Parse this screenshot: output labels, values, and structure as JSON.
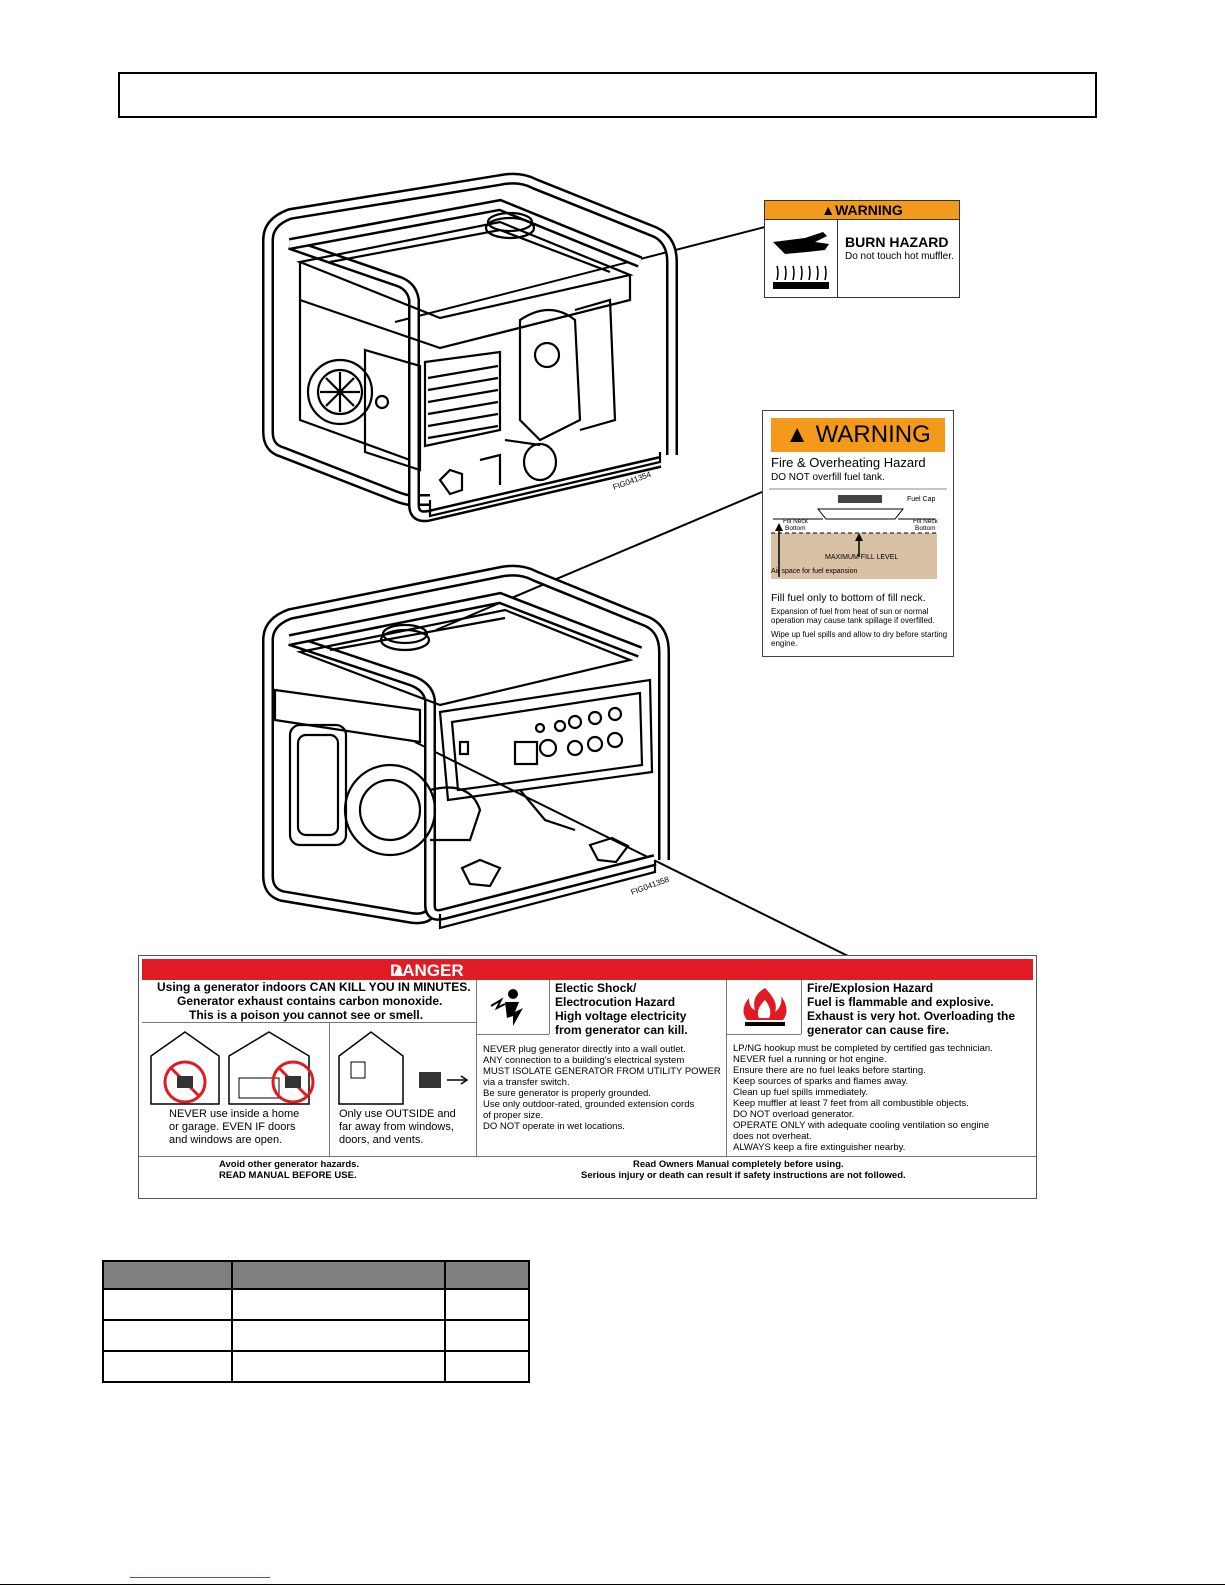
{
  "header": {
    "title": ""
  },
  "figures": {
    "top_code": "FIG041354",
    "bottom_code": "FIG041358"
  },
  "burn_label": {
    "banner": "WARNING",
    "title": "BURN HAZARD",
    "text": "Do not touch hot muffler."
  },
  "fuel_label": {
    "banner": "WARNING",
    "title": "Fire & Overheating Hazard",
    "subtitle": "DO NOT overfill fuel tank.",
    "diagram": {
      "fuel_cap": "Fuel Cap",
      "fill_neck_left_1": "Fill Neck",
      "fill_neck_left_2": "Bottom",
      "fill_neck_right_1": "Fill Neck",
      "fill_neck_right_2": "Bottom",
      "max_fill": "MAXIMUM FILL LEVEL",
      "air_space": "Air space for fuel expansion"
    },
    "fill_text": "Fill fuel only to bottom of fill neck.",
    "note1": "Expansion of fuel from heat of sun or normal operation may cause tank spillage if overfilled.",
    "note2": "Wipe up fuel spills and allow to dry before starting engine."
  },
  "danger_label": {
    "banner": "DANGER",
    "co": {
      "line1": "Using a generator indoors CAN KILL YOU IN MINUTES.",
      "line2": "Generator exhaust contains carbon monoxide.",
      "line3": "This is a poison you cannot see or smell.",
      "never_1": "NEVER use inside a home",
      "never_2": "or garage.  EVEN IF doors",
      "never_3": "and windows are open.",
      "only_1": "Only use OUTSIDE and",
      "only_2": "far away from windows,",
      "only_3": "doors, and vents."
    },
    "shock": {
      "title_1": "Electic Shock/",
      "title_2": "Electrocution Hazard",
      "title_3": "High voltage electricity",
      "title_4": "from generator can kill.",
      "lines": [
        "NEVER plug generator directly into a wall outlet.",
        "ANY connection to a building's electrical system",
        "MUST ISOLATE GENERATOR FROM UTILITY POWER",
        "via a transfer switch.",
        "Be sure generator is properly grounded.",
        "Use only outdoor-rated, grounded extension cords",
        "of proper size.",
        "DO NOT operate in wet locations."
      ]
    },
    "fire": {
      "title_1": "Fire/Explosion Hazard",
      "title_2": "Fuel is flammable and explosive.",
      "title_3": "Exhaust is very hot.  Overloading the",
      "title_4": "generator can cause fire.",
      "lines": [
        "LP/NG hookup must be completed by certified gas technician.",
        "NEVER fuel a running or hot engine.",
        "Ensure there are no fuel leaks before starting.",
        "Keep sources of sparks and flames away.",
        "Clean up fuel spills immediately.",
        "Keep muffler at least 7 feet from all combustible objects.",
        "DO NOT overload generator.",
        "OPERATE ONLY with adequate cooling ventilation so engine",
        "does not overheat.",
        "ALWAYS keep a fire extinguisher nearby."
      ]
    },
    "footer": {
      "left_1": "Avoid other generator hazards.",
      "left_2": "READ MANUAL BEFORE USE.",
      "right_1": "Read Owners Manual completely before using.",
      "right_2": "Serious injury or death can result if safety instructions are not followed."
    }
  },
  "parts_table": {
    "rows": [
      [
        "",
        "",
        ""
      ],
      [
        "",
        "",
        ""
      ],
      [
        "",
        "",
        ""
      ],
      [
        "",
        "",
        ""
      ]
    ]
  },
  "colors": {
    "warning_orange": "#f39a1c",
    "danger_red": "#e11b24"
  }
}
